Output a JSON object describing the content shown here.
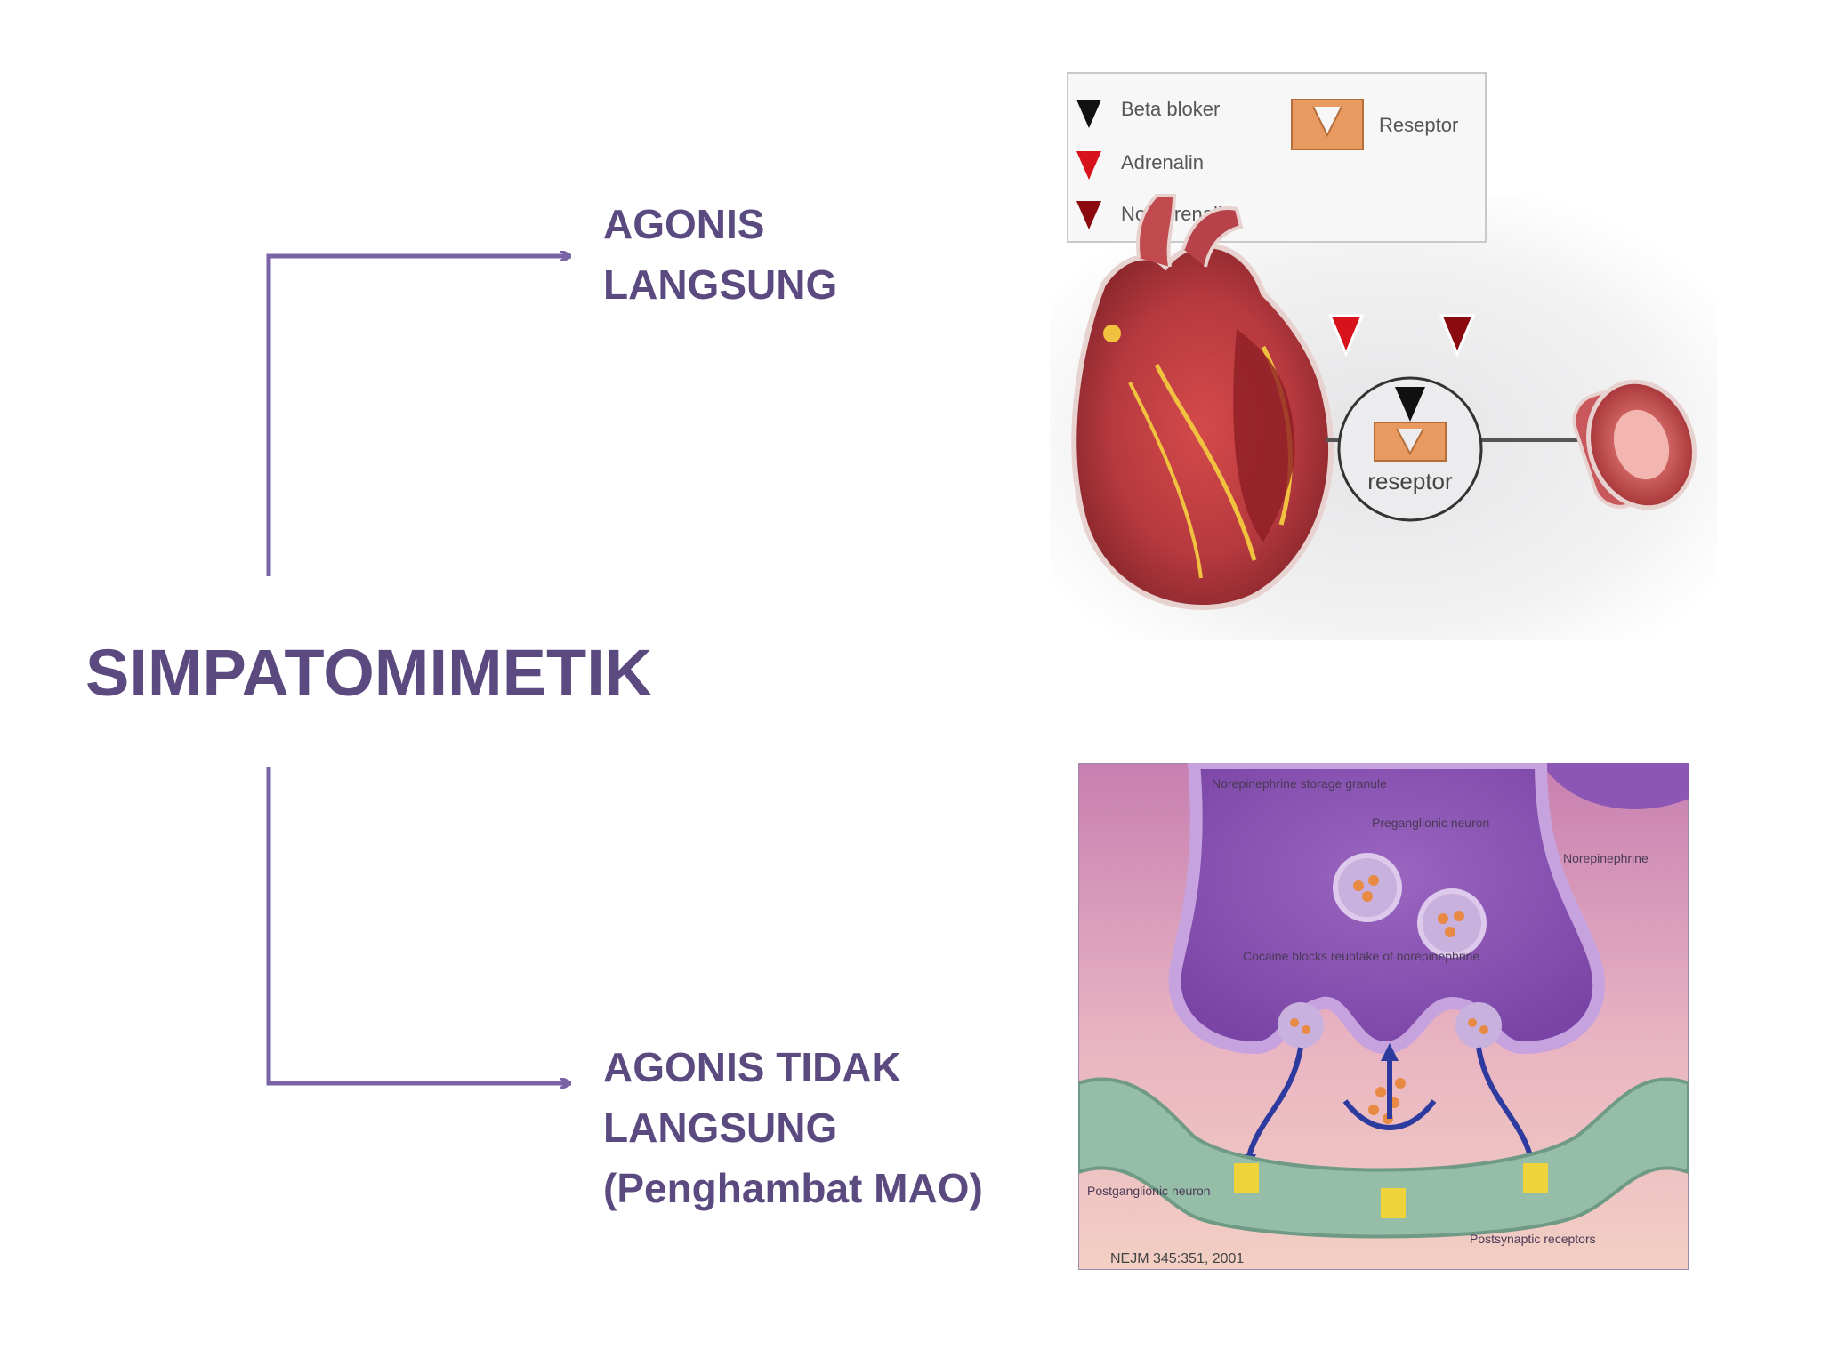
{
  "title": "SIMPATOMIMETIK",
  "branches": {
    "direct": {
      "line1": "AGONIS",
      "line2": "LANGSUNG"
    },
    "indirect": {
      "line1": "AGONIS TIDAK",
      "line2": "LANGSUNG",
      "line3": "(Penghambat MAO)"
    }
  },
  "heart_diagram": {
    "legend": {
      "beta_blocker": "Beta bloker",
      "adrenaline": "Adrenalin",
      "noradrenaline": "Noradrenalin",
      "receptor": "Reseptor"
    },
    "receptor_label": "reseptor"
  },
  "synapse_diagram": {
    "storage_granule": "Norepinephrine storage granule",
    "preganglionic": "Preganglionic neuron",
    "norepinephrine": "Norepinephrine",
    "cocaine": "Cocaine blocks reuptake of norepinephrine",
    "postganglionic": "Postganglionic neuron",
    "postsynaptic": "Postsynaptic receptors",
    "citation": "NEJM 345:351, 2001"
  },
  "colors": {
    "text": "#5b4a80",
    "connector": "#7a64a6",
    "adrenaline": "#d8121a",
    "noradrenaline": "#8a0a10",
    "beta_blocker": "#111111",
    "receptor": "#e89a60"
  }
}
